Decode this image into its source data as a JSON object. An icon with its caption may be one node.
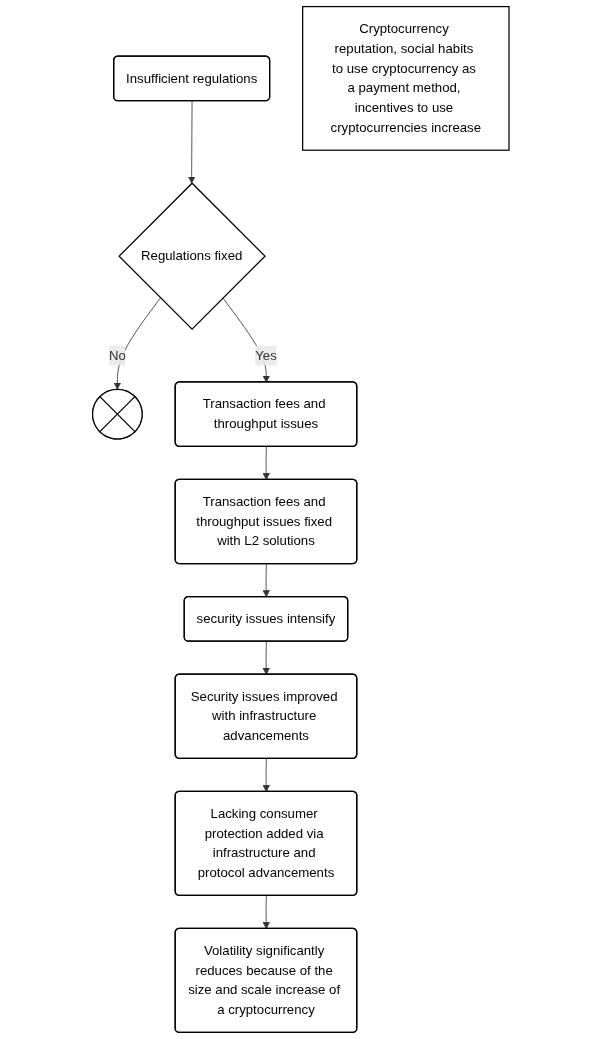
{
  "diagram": {
    "nodes": [
      {
        "text": [
          "Insufficient regulations"
        ]
      },
      {
        "text": [
          "Regulations fixed"
        ]
      },
      {
        "text": [],
        "shape": "circle"
      },
      {
        "text": [
          "Transaction fees and throughput issues"
        ]
      },
      {
        "text": [
          "Transaction fees and throughput issues fixed with L2 solutions"
        ]
      },
      {
        "text": [
          "security issues intensify"
        ]
      },
      {
        "text": [
          "Security issues improved with infrastructure advancements"
        ]
      },
      {
        "text": [
          "Lacking consumer protection added via infrastructure and protocol advancements"
        ]
      },
      {
        "text": [
          "Volatility significantly reduces because of the size and scale increase of a cryptocurrency"
        ]
      },
      {
        "text": [
          "Cryptocurrency reputation, social habits to use cryptocurrency as a payment method, incentives to use cryptocurrencies increase"
        ]
      }
    ],
    "edges": [
      {
        "from": 0,
        "to": 1,
        "arrow": "to"
      },
      {
        "from": 1,
        "to": 2,
        "label": "No",
        "arrow": "to"
      },
      {
        "from": 1,
        "to": 3,
        "label": "Yes",
        "arrow": "to"
      },
      {
        "from": 3,
        "to": 4,
        "arrow": "to"
      },
      {
        "from": 4,
        "to": 5,
        "arrow": "to"
      },
      {
        "from": 5,
        "to": 6,
        "arrow": "to"
      },
      {
        "from": 6,
        "to": 7,
        "arrow": "to"
      },
      {
        "from": 7,
        "to": 8,
        "arrow": "to"
      }
    ]
  }
}
